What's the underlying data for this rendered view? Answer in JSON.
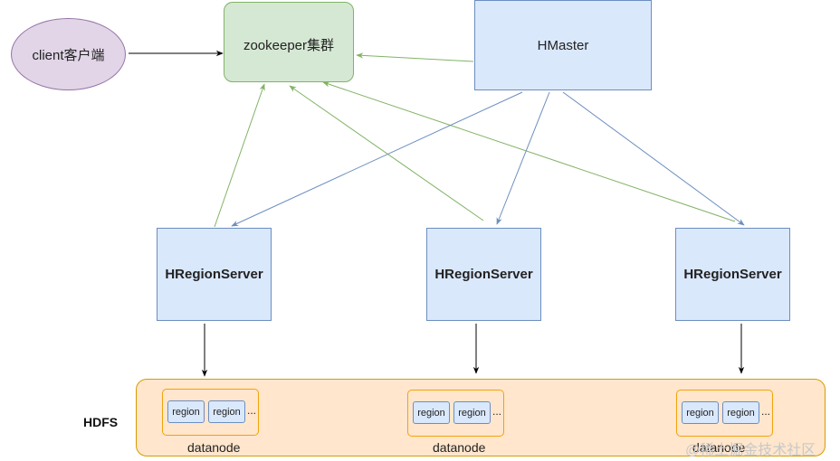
{
  "nodes": {
    "client": "client客户端",
    "zookeeper": "zookeeper集群",
    "hmaster": "HMaster",
    "region_servers": [
      "HRegionServer",
      "HRegionServer",
      "HRegionServer"
    ]
  },
  "hdfs": {
    "label": "HDFS",
    "datanodes": [
      {
        "label": "datanode",
        "regions": [
          "region",
          "region"
        ],
        "more": "..."
      },
      {
        "label": "datanode",
        "regions": [
          "region",
          "region"
        ],
        "more": "..."
      },
      {
        "label": "datanode",
        "regions": [
          "region",
          "region"
        ],
        "more": "..."
      }
    ]
  },
  "watermark": "@稀土掘金技术社区",
  "colors": {
    "blue_edge": "#6c8ebf",
    "green_edge": "#82b366",
    "black_edge": "#000000"
  }
}
